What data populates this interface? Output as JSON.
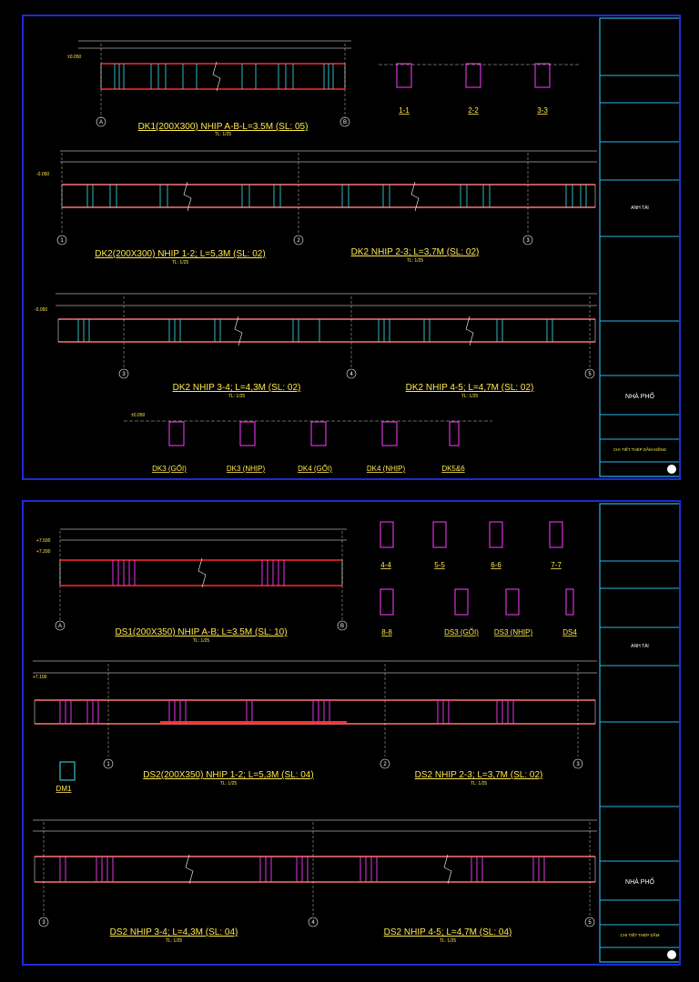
{
  "sheet1": {
    "beam_titles": {
      "dk1": "DK1(200X300) NHIP A-B-L=3.5M (SL: 05)",
      "dk2_12": "DK2(200X300) NHIP 1-2; L=5,3M (SL: 02)",
      "dk2_23": "DK2 NHIP 2-3; L=3,7M (SL: 02)",
      "dk2_34": "DK2 NHIP 3-4; L=4,3M (SL: 02)",
      "dk2_45": "DK2 NHIP 4-5; L=4,7M (SL: 02)"
    },
    "scale": "TL: 1/25",
    "sections": [
      "1-1",
      "2-2",
      "3-3"
    ],
    "sections_bottom": [
      "DK3 (GỐI)",
      "DK3 (NHỊP)",
      "DK4 (GỐI)",
      "DK4 (NHỊP)",
      "DK5&6"
    ],
    "level_marks": [
      "±0.050",
      "-0.050",
      "-0.050",
      "±0.050"
    ],
    "axes_dk1": [
      "A",
      "B"
    ],
    "axes_dk2a": [
      "1",
      "2",
      "3"
    ],
    "axes_dk2b": [
      "3",
      "4",
      "5"
    ],
    "titleblock": {
      "owner": "ANH TÀI",
      "project": "NHÀ PHỐ",
      "drawing": "CHI TIẾT THÉP DẦM KIỀNG"
    }
  },
  "sheet2": {
    "beam_titles": {
      "ds1": "DS1(200X350) NHIP A-B; L=3.5M (SL: 10)",
      "ds2_12": "DS2(200X350) NHIP 1-2; L=5,3M (SL: 04)",
      "ds2_23": "DS2 NHIP 2-3; L=3,7M (SL: 02)",
      "ds2_34": "DS2 NHIP 3-4; L=4,3M (SL: 04)",
      "ds2_45": "DS2 NHIP 4-5; L=4,7M (SL: 04)"
    },
    "scale": "TL: 1/25",
    "sections_top": [
      "4-4",
      "5-5",
      "6-6",
      "7-7"
    ],
    "sections_mid": [
      "8-8",
      "DS3 (GỐI)",
      "DS3 (NHỊP)",
      "DS4"
    ],
    "dm1": "DM1",
    "level_marks": [
      "+7.500",
      "+7.200",
      "+7.100"
    ],
    "axes_ds1": [
      "A",
      "B"
    ],
    "axes_ds2a": [
      "1",
      "2",
      "3"
    ],
    "axes_ds2b": [
      "3",
      "4",
      "5"
    ],
    "titleblock": {
      "owner": "ANH TÀI",
      "project": "NHÀ PHỐ",
      "drawing": "CHI TIẾT THÉP DẦM"
    }
  },
  "colors": {
    "frame": "#1d2bd8",
    "titleblock": "#27b7e6",
    "rebar": "#ff2b2b",
    "stirrup": "#ff3cff",
    "stirrup_alt": "#3fe6f0",
    "dimension": "#ffffff",
    "text": "#ffe94a",
    "tag": "#2fe03a"
  }
}
